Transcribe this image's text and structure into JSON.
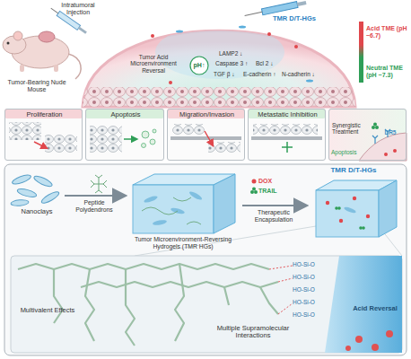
{
  "diagram": {
    "nodes": [
      {
        "text": [
          "pH↑"
        ]
      },
      {
        "text": [
          "Proliferation"
        ]
      },
      {
        "text": [
          "Apoptosis"
        ]
      },
      {
        "text": [
          "Migration/Invasion"
        ]
      },
      {
        "text": [
          "Metastatic Inhibition"
        ]
      },
      {
        "text": [
          "Synergistic Treatment",
          "DR5",
          "Apoptosis"
        ]
      },
      {
        "text": [
          "Nanoclays"
        ]
      },
      {
        "text": [
          "Tumor Microenvironment-Reversing Hydrogels (TMR HGs)"
        ]
      },
      {
        "text": [
          "TMR D/T-HGs"
        ]
      }
    ],
    "edges": [
      {
        "from": 6,
        "to": 7,
        "label": "Peptide Polydendrons",
        "arrow": "to"
      },
      {
        "from": 7,
        "to": 8,
        "label": "Therapeutic Encapsulation",
        "arrow": "to"
      }
    ],
    "labels": [
      "Intratumoral Injection",
      "Tumor-Bearing Nude Mouse",
      "TMR D/T-HGs",
      "Tumor Acid Microenvironment Reversal",
      "LAMP2 ↓",
      "Caspase 3 ↑",
      "Bcl 2 ↓",
      "TGF β ↓",
      "E-cadherin ↑",
      "N-cadherin ↓",
      "DOX",
      "TRAIL",
      "Multivalent Effects",
      "Multiple Supramolecular Interactions",
      "Acid Reversal",
      "HO-Si-O",
      "HO-Si-O",
      "HO-Si-O",
      "HO-Si-O",
      "HO-Si-O"
    ],
    "legend": [
      {
        "text": "Acid TME (pH ~6.7)",
        "color": "#e0474c"
      },
      {
        "text": "Neutral TME (pH ~7.3)",
        "color": "#2f9e57"
      }
    ]
  }
}
